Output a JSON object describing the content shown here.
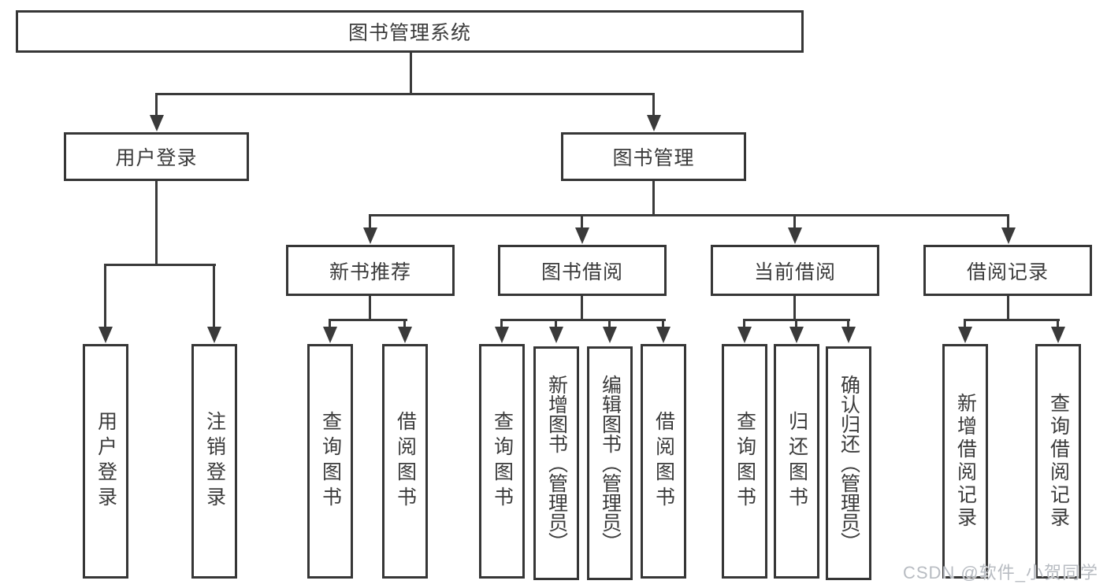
{
  "page": {
    "background": "#ffffff",
    "line_color": "#3a3a3a",
    "text_color": "#3b3b3b",
    "watermark_color": "#b8bcc2"
  },
  "nodes": {
    "root": "图书管理系统",
    "user_login": "用户登录",
    "book_mgmt": "图书管理",
    "new_book_rec": "新书推荐",
    "book_borrow": "图书借阅",
    "current_borrow": "当前借阅",
    "borrow_records": "借阅记录",
    "ul_login": "用户登录",
    "ul_logout": "注销登录",
    "nb_query": "查询图书",
    "nb_borrow": "借阅图书",
    "bb_query": "查询图书",
    "bb_add": "新增图书（管理员）",
    "bb_edit": "编辑图书（管理员）",
    "bb_borrow": "借阅图书",
    "cb_query": "查询图书",
    "cb_return": "归还图书",
    "cb_confirm": "确认归还（管理员）",
    "br_add": "新增借阅记录",
    "br_query": "查询借阅记录"
  },
  "watermark": "CSDN @软件_小贺同学"
}
